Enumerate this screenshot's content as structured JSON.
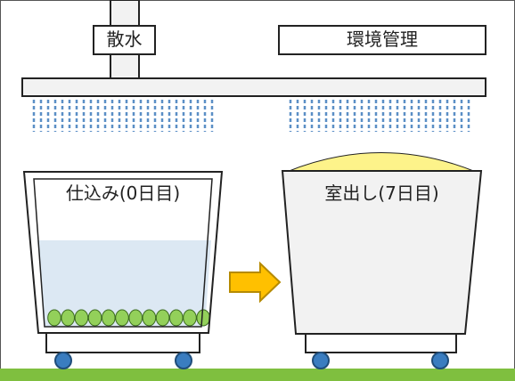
{
  "labels": {
    "watering": "散水",
    "environment_control": "環境管理",
    "start_tank": "仕込み(0日目)",
    "end_tank": "室出し(7日目)"
  },
  "colors": {
    "outline": "#222222",
    "water": "#dce8f3",
    "spray": "#5b8fc6",
    "bean": "#93d05a",
    "sprout_mound": "#fdf38a",
    "wheel": "#3a7dc0",
    "ground": "#7fbf3f",
    "arrow_fill": "#ffc000",
    "arrow_stroke": "#b58a00",
    "pipe": "#f2f2f2"
  },
  "icons": {
    "arrow": "right-arrow-icon"
  },
  "counts": {
    "beans_visible": 12
  }
}
